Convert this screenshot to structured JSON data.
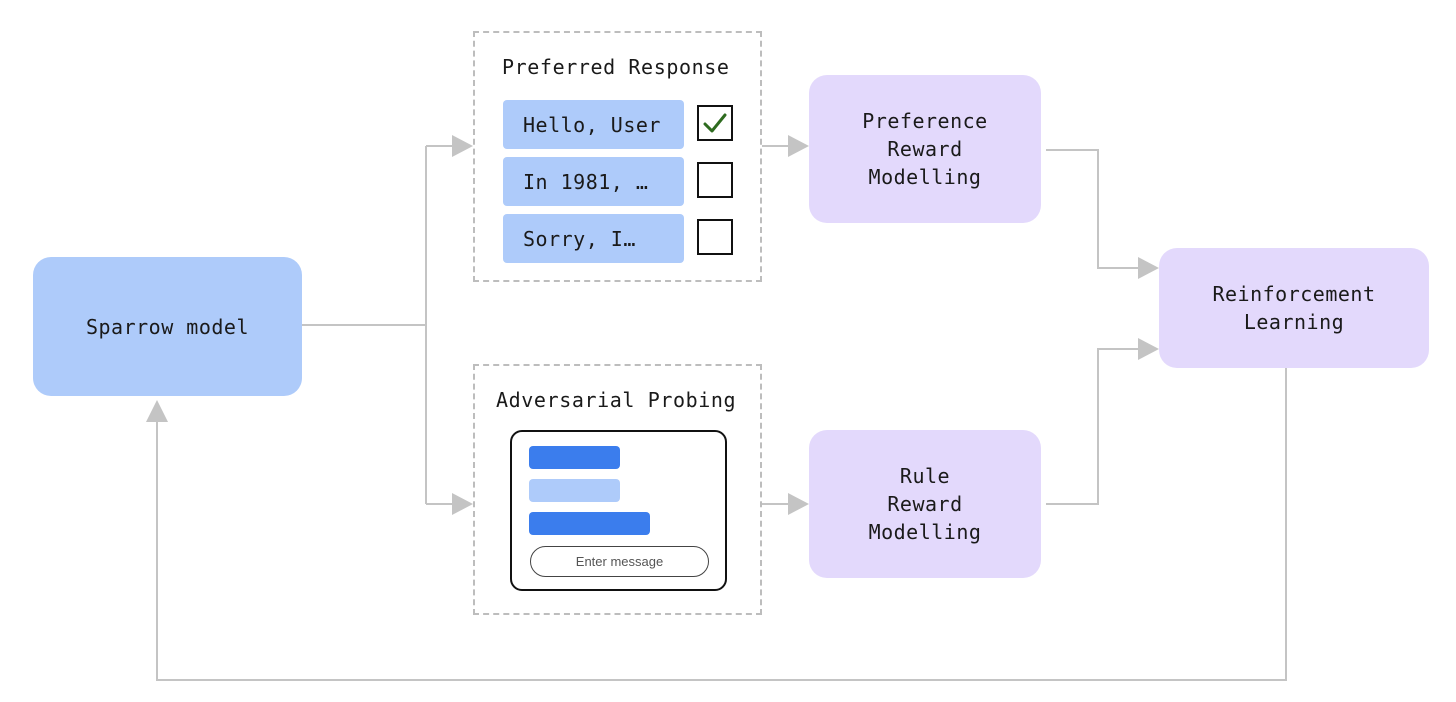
{
  "nodes": {
    "sparrow_model": "Sparrow model",
    "preference_reward_modelling": "Preference\nReward\nModelling",
    "rule_reward_modelling": "Rule\nReward\nModelling",
    "reinforcement_learning": "Reinforcement\nLearning"
  },
  "preferred_response": {
    "title": "Preferred Response",
    "responses": [
      {
        "text": "Hello, User",
        "checked": true
      },
      {
        "text": "In 1981, …",
        "checked": false
      },
      {
        "text": "Sorry, I…",
        "checked": false
      }
    ]
  },
  "adversarial_probing": {
    "title": "Adversarial Probing",
    "input_placeholder": "Enter message"
  },
  "colors": {
    "blue_box": "#aecbfa",
    "purple_box": "#e3d9fc",
    "bubble_dark": "#3b7ded",
    "connector": "#bdbdbd",
    "check": "#2e6b1f"
  },
  "icons": [
    "checkmark-icon",
    "arrowhead-icon"
  ]
}
